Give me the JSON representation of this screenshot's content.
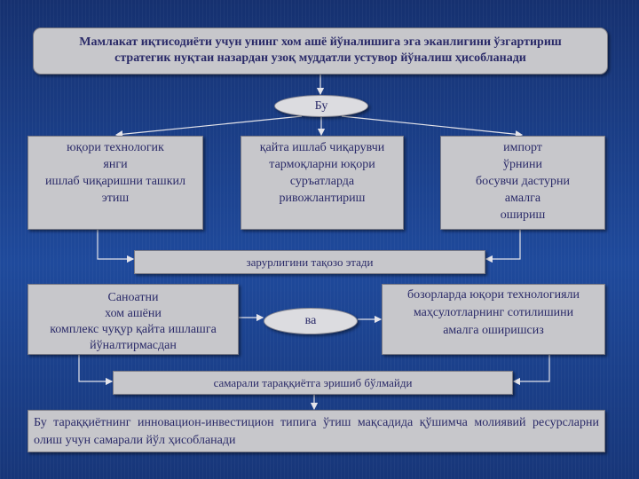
{
  "title": "Мамлакат иқтисодиёти учун унинг хом ашё йўналишига эга эканлигини ўзгартириш стратегик нуқтаи назардан узоқ муддатли устувор йўналиш ҳисобланади",
  "connector_1": "Бу",
  "branches": [
    {
      "lines": [
        "юқори технологик",
        "янги",
        "ишлаб чиқаришни ташкил",
        "этиш"
      ]
    },
    {
      "lines": [
        "қайта ишлаб чиқарувчи",
        "тармоқларни юқори",
        "суръатларда",
        "ривожлантириш"
      ]
    },
    {
      "lines": [
        "импорт",
        "ўрнини",
        "босувчи дастурни",
        "амалга",
        "ошириш"
      ]
    }
  ],
  "summary_1": "зарурлигини тақозо этади",
  "left_box": {
    "lines": [
      "Саноатни",
      "хом ашёни",
      "комплекс чуқур қайта ишлашга",
      "йўналтирмасдан"
    ]
  },
  "connector_2": "ва",
  "right_box": {
    "lines": [
      "бозорларда юқори технологияли",
      "маҳсулотларнинг сотилишини",
      "амалга оширишсиз"
    ]
  },
  "summary_2": "самарали тараққиётга эришиб бўлмайди",
  "conclusion": "Бу тараққиётнинг инновацион-инвестицион типига ўтиш мақсадида қўшимча молиявий ресурсларни олиш учун самарали йўл ҳисобланади",
  "colors": {
    "background": "#1b3c86",
    "box": "#c7c7cb",
    "text": "#2a2a68",
    "connector": "#e4e4ea"
  }
}
